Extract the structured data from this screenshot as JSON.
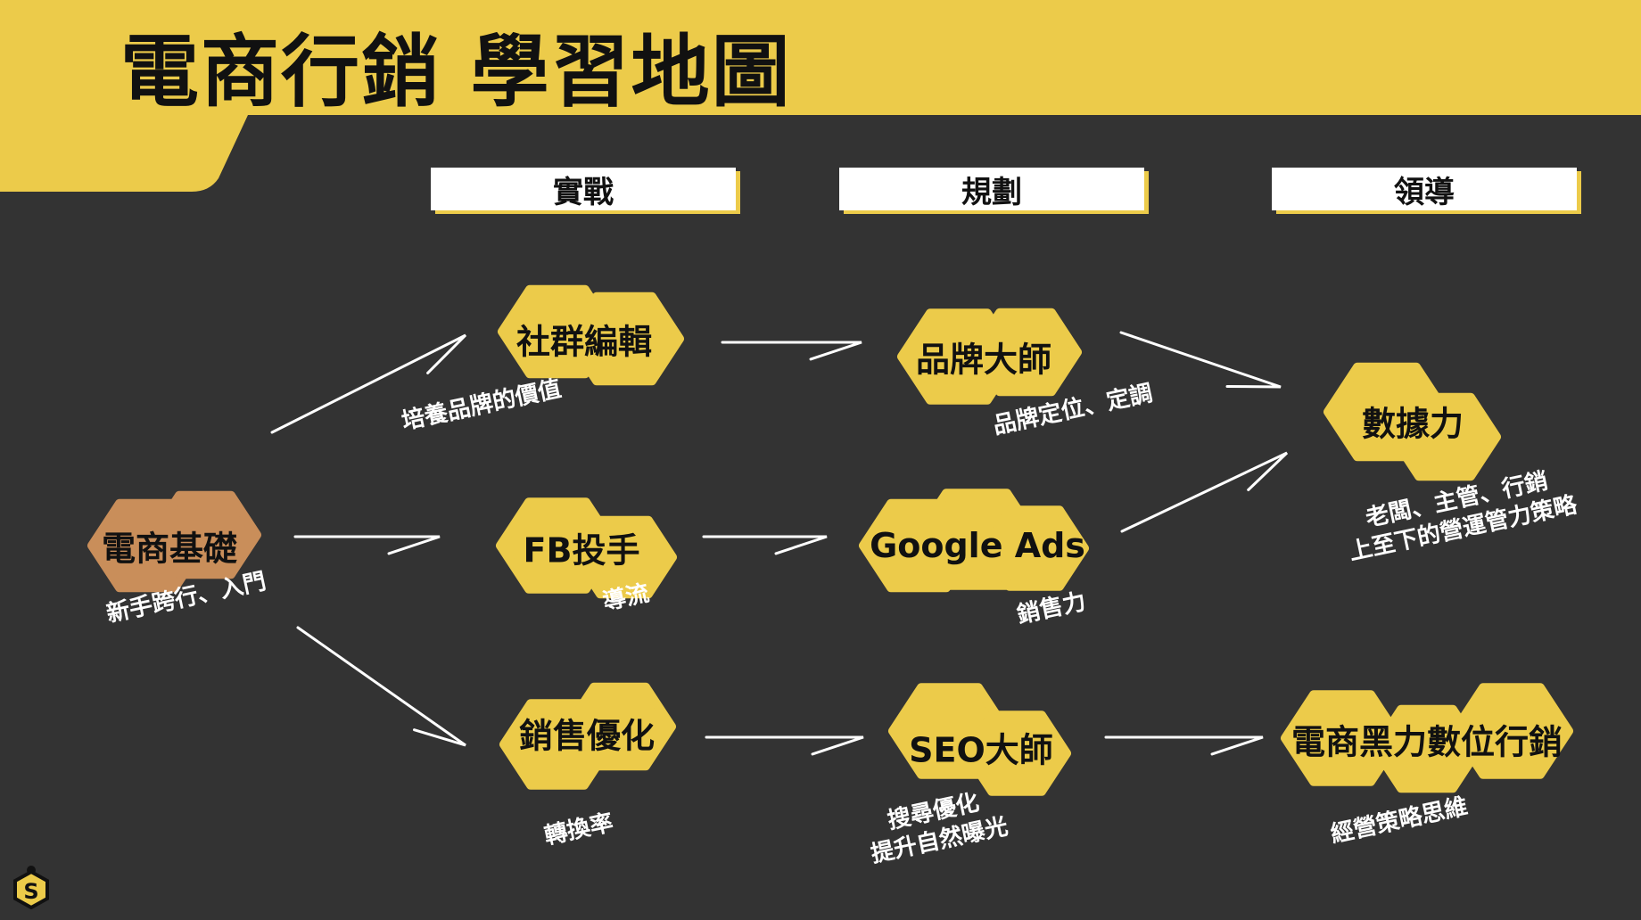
{
  "title": "電商行銷 學習地圖",
  "columns": [
    {
      "label": "實戰"
    },
    {
      "label": "規劃"
    },
    {
      "label": "領導"
    }
  ],
  "colors": {
    "background": "#333333",
    "yellow": "#ECCB4A",
    "brown": "#C98E5A",
    "text_dark": "#111111",
    "text_light": "#ffffff"
  },
  "nodes": [
    {
      "id": "basics",
      "label": "電商基礎",
      "sub": "新手跨行、入門"
    },
    {
      "id": "social",
      "label": "社群編輯",
      "sub": "培養品牌的價值"
    },
    {
      "id": "fb",
      "label": "FB投手",
      "sub": "導流"
    },
    {
      "id": "sales",
      "label": "銷售優化",
      "sub": "轉換率"
    },
    {
      "id": "brand",
      "label": "品牌大師",
      "sub": "品牌定位、定調"
    },
    {
      "id": "google",
      "label": "Google Ads",
      "sub": "銷售力"
    },
    {
      "id": "seo",
      "label": "SEO大師",
      "sub_lines": [
        "搜尋優化",
        "提升自然曝光"
      ]
    },
    {
      "id": "data",
      "label": "數據力",
      "sub_lines": [
        "老闆、主管、行銷",
        "上至下的營運管力策略"
      ]
    },
    {
      "id": "master",
      "label": "電商黑力數位行銷",
      "sub": "經營策略思維"
    }
  ],
  "edges": [
    [
      "basics",
      "social"
    ],
    [
      "basics",
      "fb"
    ],
    [
      "basics",
      "sales"
    ],
    [
      "social",
      "brand"
    ],
    [
      "fb",
      "google"
    ],
    [
      "sales",
      "seo"
    ],
    [
      "brand",
      "data"
    ],
    [
      "google",
      "data"
    ],
    [
      "seo",
      "master"
    ]
  ],
  "logo": {
    "icon": "dollar-hexagon-icon",
    "letter": "S"
  }
}
